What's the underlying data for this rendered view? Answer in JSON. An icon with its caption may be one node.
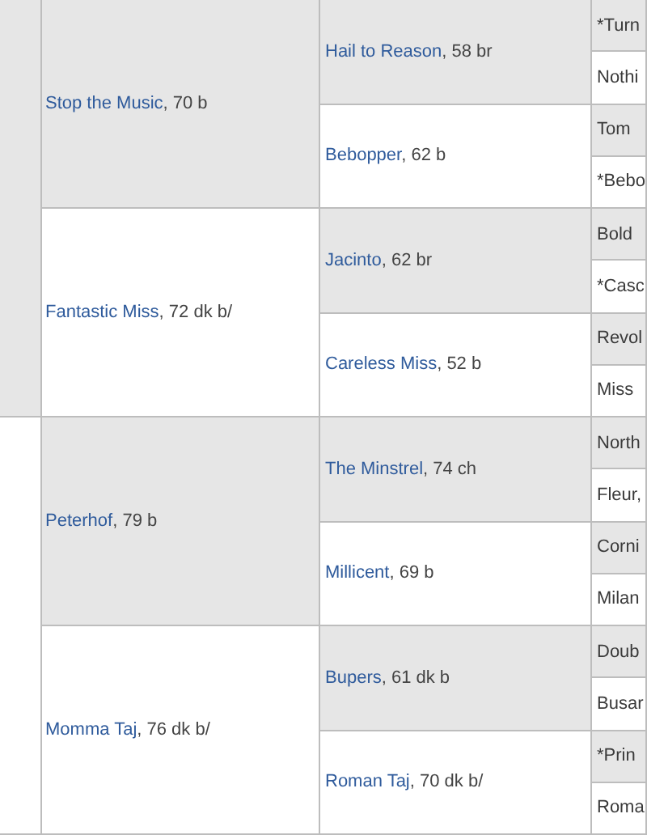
{
  "diagram": {
    "nodes": [
      {
        "text": [],
        "shape": "box"
      },
      {
        "text": [
          "Stop the Music, 70 b"
        ]
      },
      {
        "text": [
          "Hail to Reason, 58 br"
        ]
      },
      {
        "text": [
          "*Turn"
        ]
      },
      {
        "text": [
          "Nothi"
        ]
      },
      {
        "text": [
          "Bebopper, 62 b"
        ]
      },
      {
        "text": [
          "Tom"
        ]
      },
      {
        "text": [
          "*Bebo"
        ]
      },
      {
        "text": [
          "Fantastic Miss, 72 dk b/"
        ]
      },
      {
        "text": [
          "Jacinto, 62 br"
        ]
      },
      {
        "text": [
          "Bold"
        ]
      },
      {
        "text": [
          "*Casc"
        ]
      },
      {
        "text": [
          "Careless Miss, 52 b"
        ]
      },
      {
        "text": [
          "Revol"
        ]
      },
      {
        "text": [
          "Miss"
        ]
      },
      {
        "text": [],
        "shape": "box"
      },
      {
        "text": [
          "Peterhof, 79 b"
        ]
      },
      {
        "text": [
          "The Minstrel, 74 ch"
        ]
      },
      {
        "text": [
          "North"
        ]
      },
      {
        "text": [
          "Fleur,"
        ]
      },
      {
        "text": [
          "Millicent, 69 b"
        ]
      },
      {
        "text": [
          "Corni"
        ]
      },
      {
        "text": [
          "Milan"
        ]
      },
      {
        "text": [
          "Momma Taj, 76 dk b/"
        ]
      },
      {
        "text": [
          "Bupers, 61 dk b"
        ]
      },
      {
        "text": [
          "Doub"
        ]
      },
      {
        "text": [
          "Busar"
        ]
      },
      {
        "text": [
          "Roman Taj, 70 dk b/"
        ]
      },
      {
        "text": [
          "*Prin"
        ]
      },
      {
        "text": [
          "Roma"
        ]
      }
    ]
  }
}
